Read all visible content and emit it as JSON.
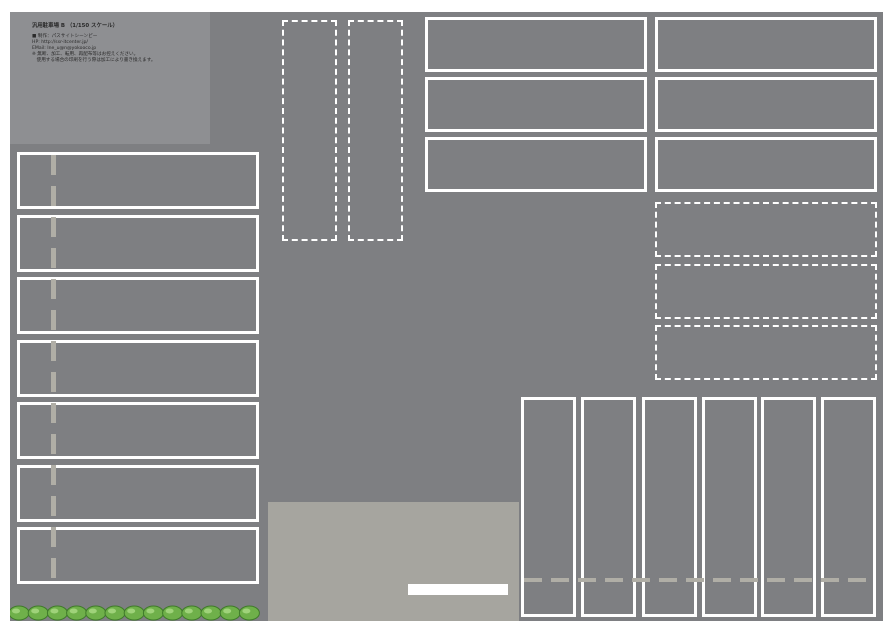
{
  "legend": {
    "title": "汎用駐車場 B （1/150 スケール）",
    "lines": [
      "■ 制作：パスサイトシーンピー",
      "HP: http://ssr-itcenter.jp/",
      "EMail: Ine_u@n@yokooco.jp",
      "※ 無断、加工、転用、再配布等はお控えください。",
      "　使用する場合の印刷を行う際は加工により書き換えます。"
    ]
  },
  "colors": {
    "asphalt": "#7e7f82",
    "legend_panel": "#8e8f92",
    "line_white": "#ffffff",
    "plaza": "#a6a59f",
    "center_dash": "#b0aea6",
    "hedge": "#6fb04a"
  },
  "features": {
    "left_column_spaces": 7,
    "top_dashed_vertical_spaces": 2,
    "top_right_solid_spaces": 6,
    "right_dashed_horizontal_spaces": 3,
    "bottom_right_vertical_spaces": 6
  }
}
